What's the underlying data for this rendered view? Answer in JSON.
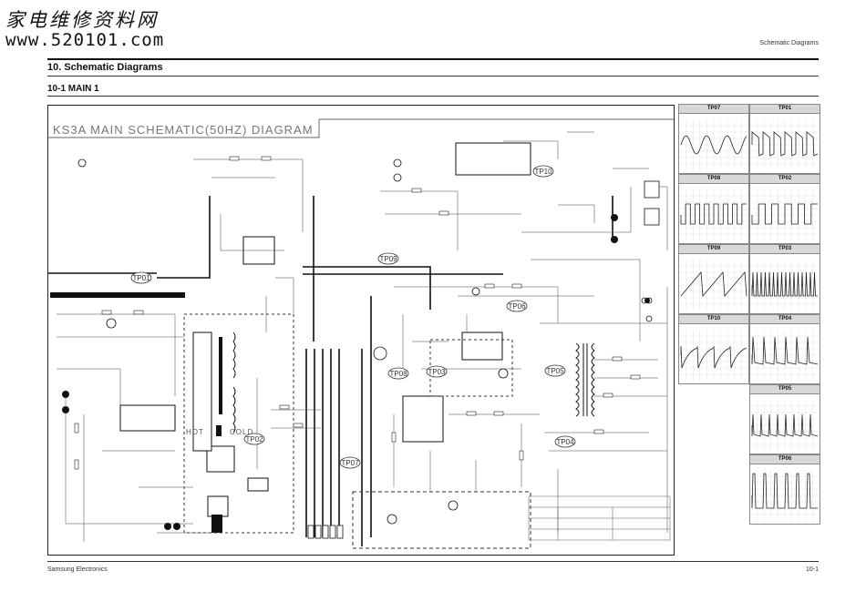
{
  "watermark": {
    "line1": "家电维修资料网",
    "line2": "www.520101.com"
  },
  "header": {
    "right_text": "Schematic Diagrams"
  },
  "section_title": "10. Schematic Diagrams",
  "subsection_title": "10-1 MAIN 1",
  "schematic": {
    "title": "KS3A MAIN SCHEMATIC(50HZ) DIAGRAM",
    "region_labels": {
      "hot": "HOT",
      "cold": "COLD"
    },
    "test_points": [
      "TP01",
      "TP02",
      "TP03",
      "TP04",
      "TP05",
      "TP06",
      "TP07",
      "TP08",
      "TP09",
      "TP10"
    ]
  },
  "waveforms": [
    {
      "label": "TP07",
      "shape": "sine"
    },
    {
      "label": "TP01",
      "shape": "pulse-droop"
    },
    {
      "label": "TP08",
      "shape": "square"
    },
    {
      "label": "TP02",
      "shape": "square-wide"
    },
    {
      "label": "TP09",
      "shape": "sawtooth"
    },
    {
      "label": "TP03",
      "shape": "dense-pulse"
    },
    {
      "label": "TP10",
      "shape": "neg-spike-decay"
    },
    {
      "label": "TP04",
      "shape": "spike-up"
    },
    {
      "label": "TP05",
      "shape": "spike-up-small"
    },
    {
      "label": "TP06",
      "shape": "tall-pulse"
    }
  ],
  "footer": {
    "left": "Samsung Electronics",
    "right": "10-1"
  }
}
